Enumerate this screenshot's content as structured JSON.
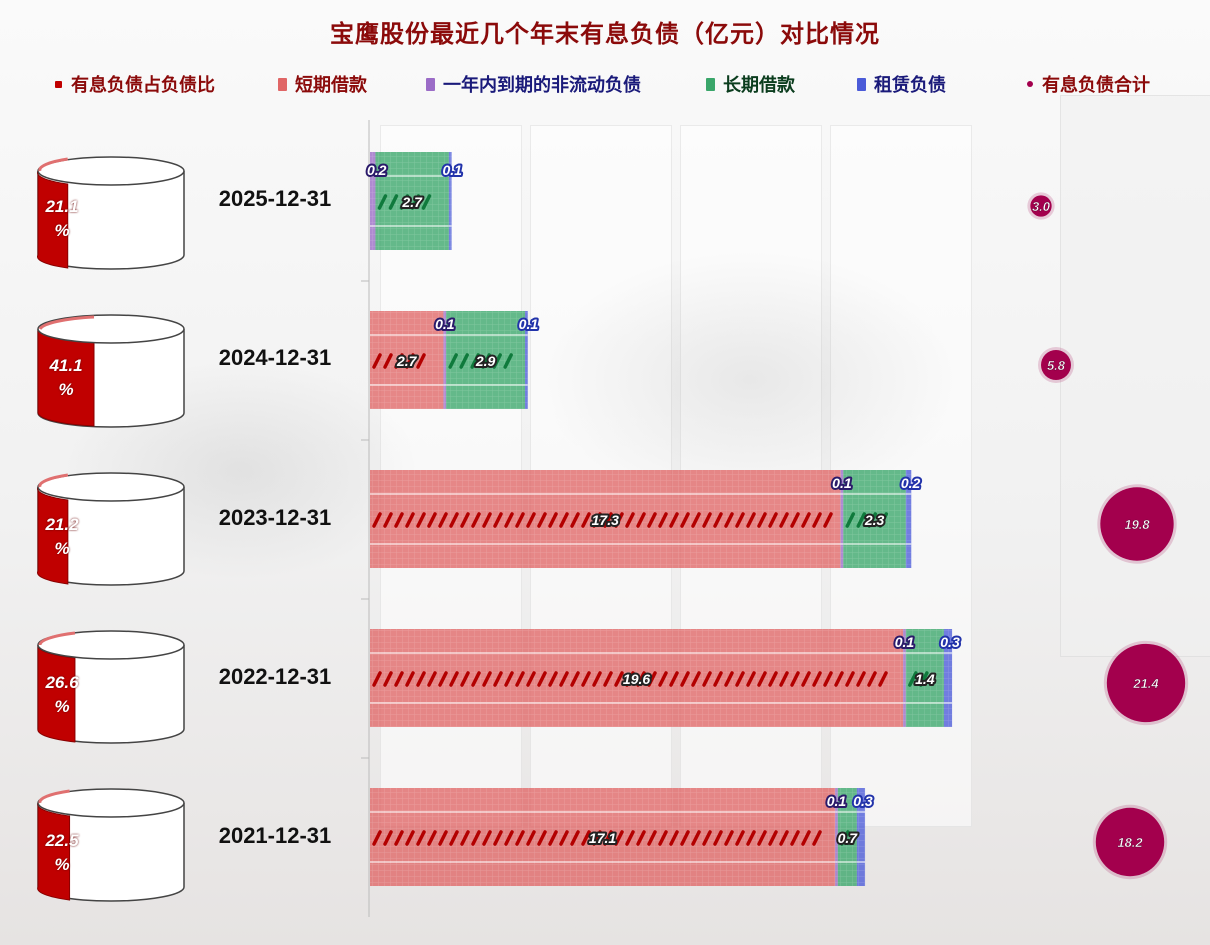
{
  "title": "宝鹰股份最近几个年末有息负债（亿元）对比情况",
  "legend": [
    {
      "label": "有息负债占负债比",
      "color": "#c00000",
      "text_color": "#8b0a0a"
    },
    {
      "label": "短期借款",
      "color": "#e06666",
      "text_color": "#8b0a0a"
    },
    {
      "label": "一年内到期的非流动负债",
      "color": "#9b6cc7",
      "text_color": "#1a1a7a"
    },
    {
      "label": "长期借款",
      "color": "#3aa66a",
      "text_color": "#0b3d1e"
    },
    {
      "label": "租赁负债",
      "color": "#4b5bd8",
      "text_color": "#1a1a7a"
    },
    {
      "label": "有息负债合计",
      "color": "#a3004d",
      "text_color": "#8b0a0a"
    }
  ],
  "rows": [
    {
      "date": "2025-12-31",
      "pct_text": "21.1",
      "pct_unit": "%"
    },
    {
      "date": "2024-12-31",
      "pct_text": "41.1",
      "pct_unit": "%"
    },
    {
      "date": "2023-12-31",
      "pct_text": "21.2",
      "pct_unit": "%"
    },
    {
      "date": "2022-12-31",
      "pct_text": "26.6",
      "pct_unit": "%"
    },
    {
      "date": "2021-12-31",
      "pct_text": "22.5",
      "pct_unit": "%"
    }
  ],
  "chart_data": {
    "type": "bar",
    "orientation": "horizontal",
    "stacked": true,
    "title": "宝鹰股份最近几个年末有息负债（亿元）对比情况",
    "categories": [
      "2025-12-31",
      "2024-12-31",
      "2023-12-31",
      "2022-12-31",
      "2021-12-31"
    ],
    "series": [
      {
        "name": "短期借款",
        "color": "#e06666",
        "values": [
          0,
          2.7,
          17.3,
          19.6,
          17.1
        ]
      },
      {
        "name": "一年内到期的非流动负债",
        "color": "#9b6cc7",
        "values": [
          0.2,
          0.1,
          0.1,
          0.1,
          0.1
        ]
      },
      {
        "name": "长期借款",
        "color": "#3aa66a",
        "values": [
          2.7,
          2.9,
          2.3,
          1.4,
          0.7
        ]
      },
      {
        "name": "租赁负债",
        "color": "#4b5bd8",
        "values": [
          0.1,
          0.1,
          0.2,
          0.3,
          0.3
        ]
      }
    ],
    "labels": [
      [
        "",
        "0.2",
        "2.7",
        "0.1"
      ],
      [
        "2.7",
        "0.1",
        "2.9",
        "0.1"
      ],
      [
        "17.3",
        "0.1",
        "2.3",
        "0.2"
      ],
      [
        "19.6",
        "0.1",
        "1.4",
        "0.3"
      ],
      [
        "17.1",
        "0.1",
        "0.7",
        "0.3"
      ]
    ],
    "ratio_series": {
      "name": "有息负债占负债比",
      "unit": "%",
      "values": [
        21.1,
        41.1,
        21.2,
        26.6,
        22.5
      ]
    },
    "total_series": {
      "name": "有息负债合计",
      "values": [
        3.0,
        5.8,
        19.8,
        21.4,
        18.2
      ],
      "labels": [
        "3.0",
        "5.8",
        "19.8",
        "21.4",
        "18.2"
      ]
    }
  }
}
